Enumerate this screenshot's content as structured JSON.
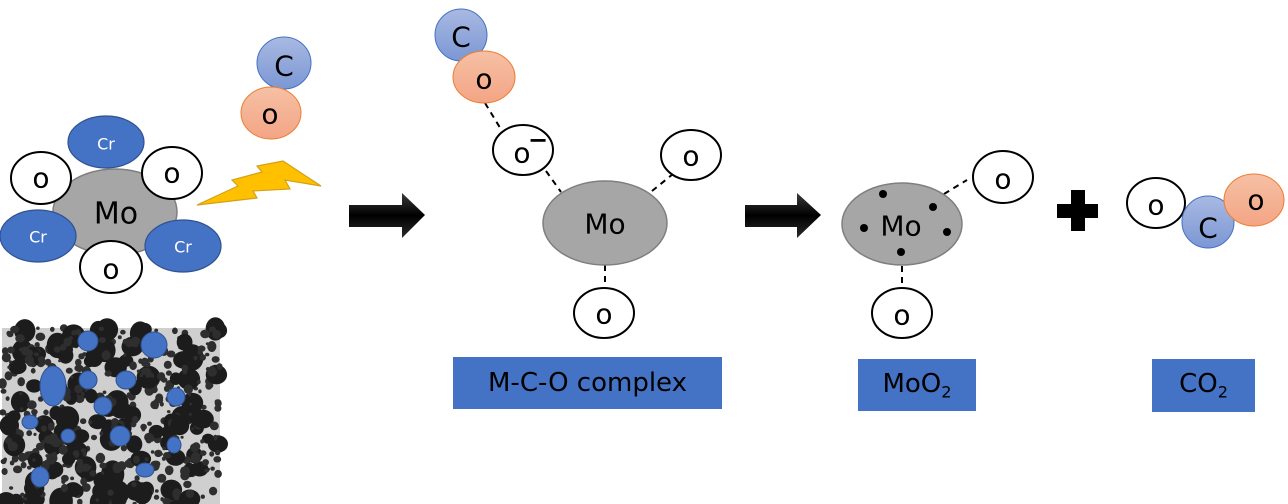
{
  "colors": {
    "mo_fill": "#a6a6a6",
    "cr_fill": "#4472c4",
    "carbon_fill": "#8faadc",
    "oxygen_adsorbed_fill": "#f4b183",
    "label_bg": "#4472c4",
    "lightning_fill": "#ffc000"
  },
  "stage1": {
    "center_label": "Mo",
    "cr_labels": [
      "Cr",
      "Cr",
      "Cr"
    ],
    "oxygen_labels": [
      "o",
      "o",
      "o"
    ],
    "co_molecule": {
      "carbon": "C",
      "oxygen": "o"
    },
    "micrograph_caption": ""
  },
  "stage2": {
    "center_label": "Mo",
    "charged_oxygen": "o",
    "charge_sign": "−",
    "oxygen_labels": [
      "o",
      "o"
    ],
    "co_molecule": {
      "carbon": "C",
      "oxygen": "o"
    },
    "label": "M-C-O complex"
  },
  "stage3": {
    "center_label": "Mo",
    "electron_dots": 5,
    "oxygen_labels": [
      "o",
      "o"
    ],
    "label_main": "MoO",
    "label_sub": "2"
  },
  "plus_sign": "+",
  "stage4": {
    "oxygen_left": "o",
    "carbon": "C",
    "oxygen_right": "o",
    "label_main": "CO",
    "label_sub": "2"
  }
}
